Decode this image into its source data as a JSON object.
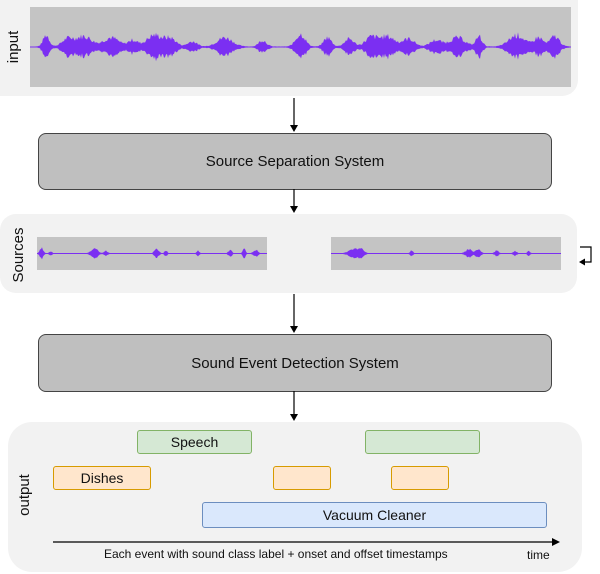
{
  "input_panel": {
    "label": "input"
  },
  "separation": {
    "label": "Source Separation System"
  },
  "sources_panel": {
    "label": "Sources"
  },
  "detection": {
    "label": "Sound Event Detection System"
  },
  "output_panel": {
    "label": "output",
    "events": [
      {
        "label": "Speech"
      },
      {
        "label": ""
      },
      {
        "label": "Dishes"
      },
      {
        "label": ""
      },
      {
        "label": ""
      },
      {
        "label": "Vacuum Cleaner"
      }
    ],
    "caption": "Each event with sound class label + onset and offset timestamps",
    "time_label": "time"
  },
  "colors": {
    "waveform": "#7b2ff2",
    "speech": "#d5e8d4",
    "dishes": "#ffe6cc",
    "vacuum": "#dae8fc",
    "system_box": "#bfbfbf",
    "panel": "#f2f2f2"
  }
}
